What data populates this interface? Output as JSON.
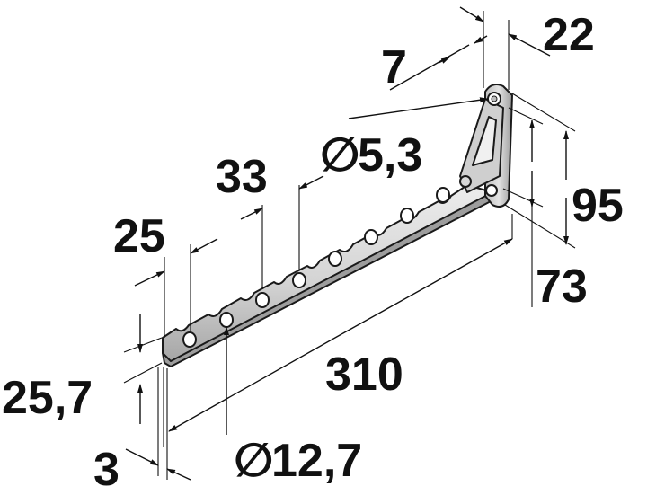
{
  "diagram": {
    "labels": {
      "width_22": "22",
      "offset_7": "7",
      "hole_5_3": "5,3",
      "height_95": "95",
      "height_73": "73",
      "pitch_33": "33",
      "first_25": "25",
      "length_310": "310",
      "height_25_7": "25,7",
      "thickness_3": "3",
      "hole_12_7": "12,7"
    },
    "diameter_symbol": "∅",
    "colors": {
      "ink": "#111111",
      "metal_light": "#e6e6e6",
      "metal_mid": "#c9c9c9",
      "metal_dark": "#9a9a9a",
      "background": "#ffffff"
    }
  }
}
